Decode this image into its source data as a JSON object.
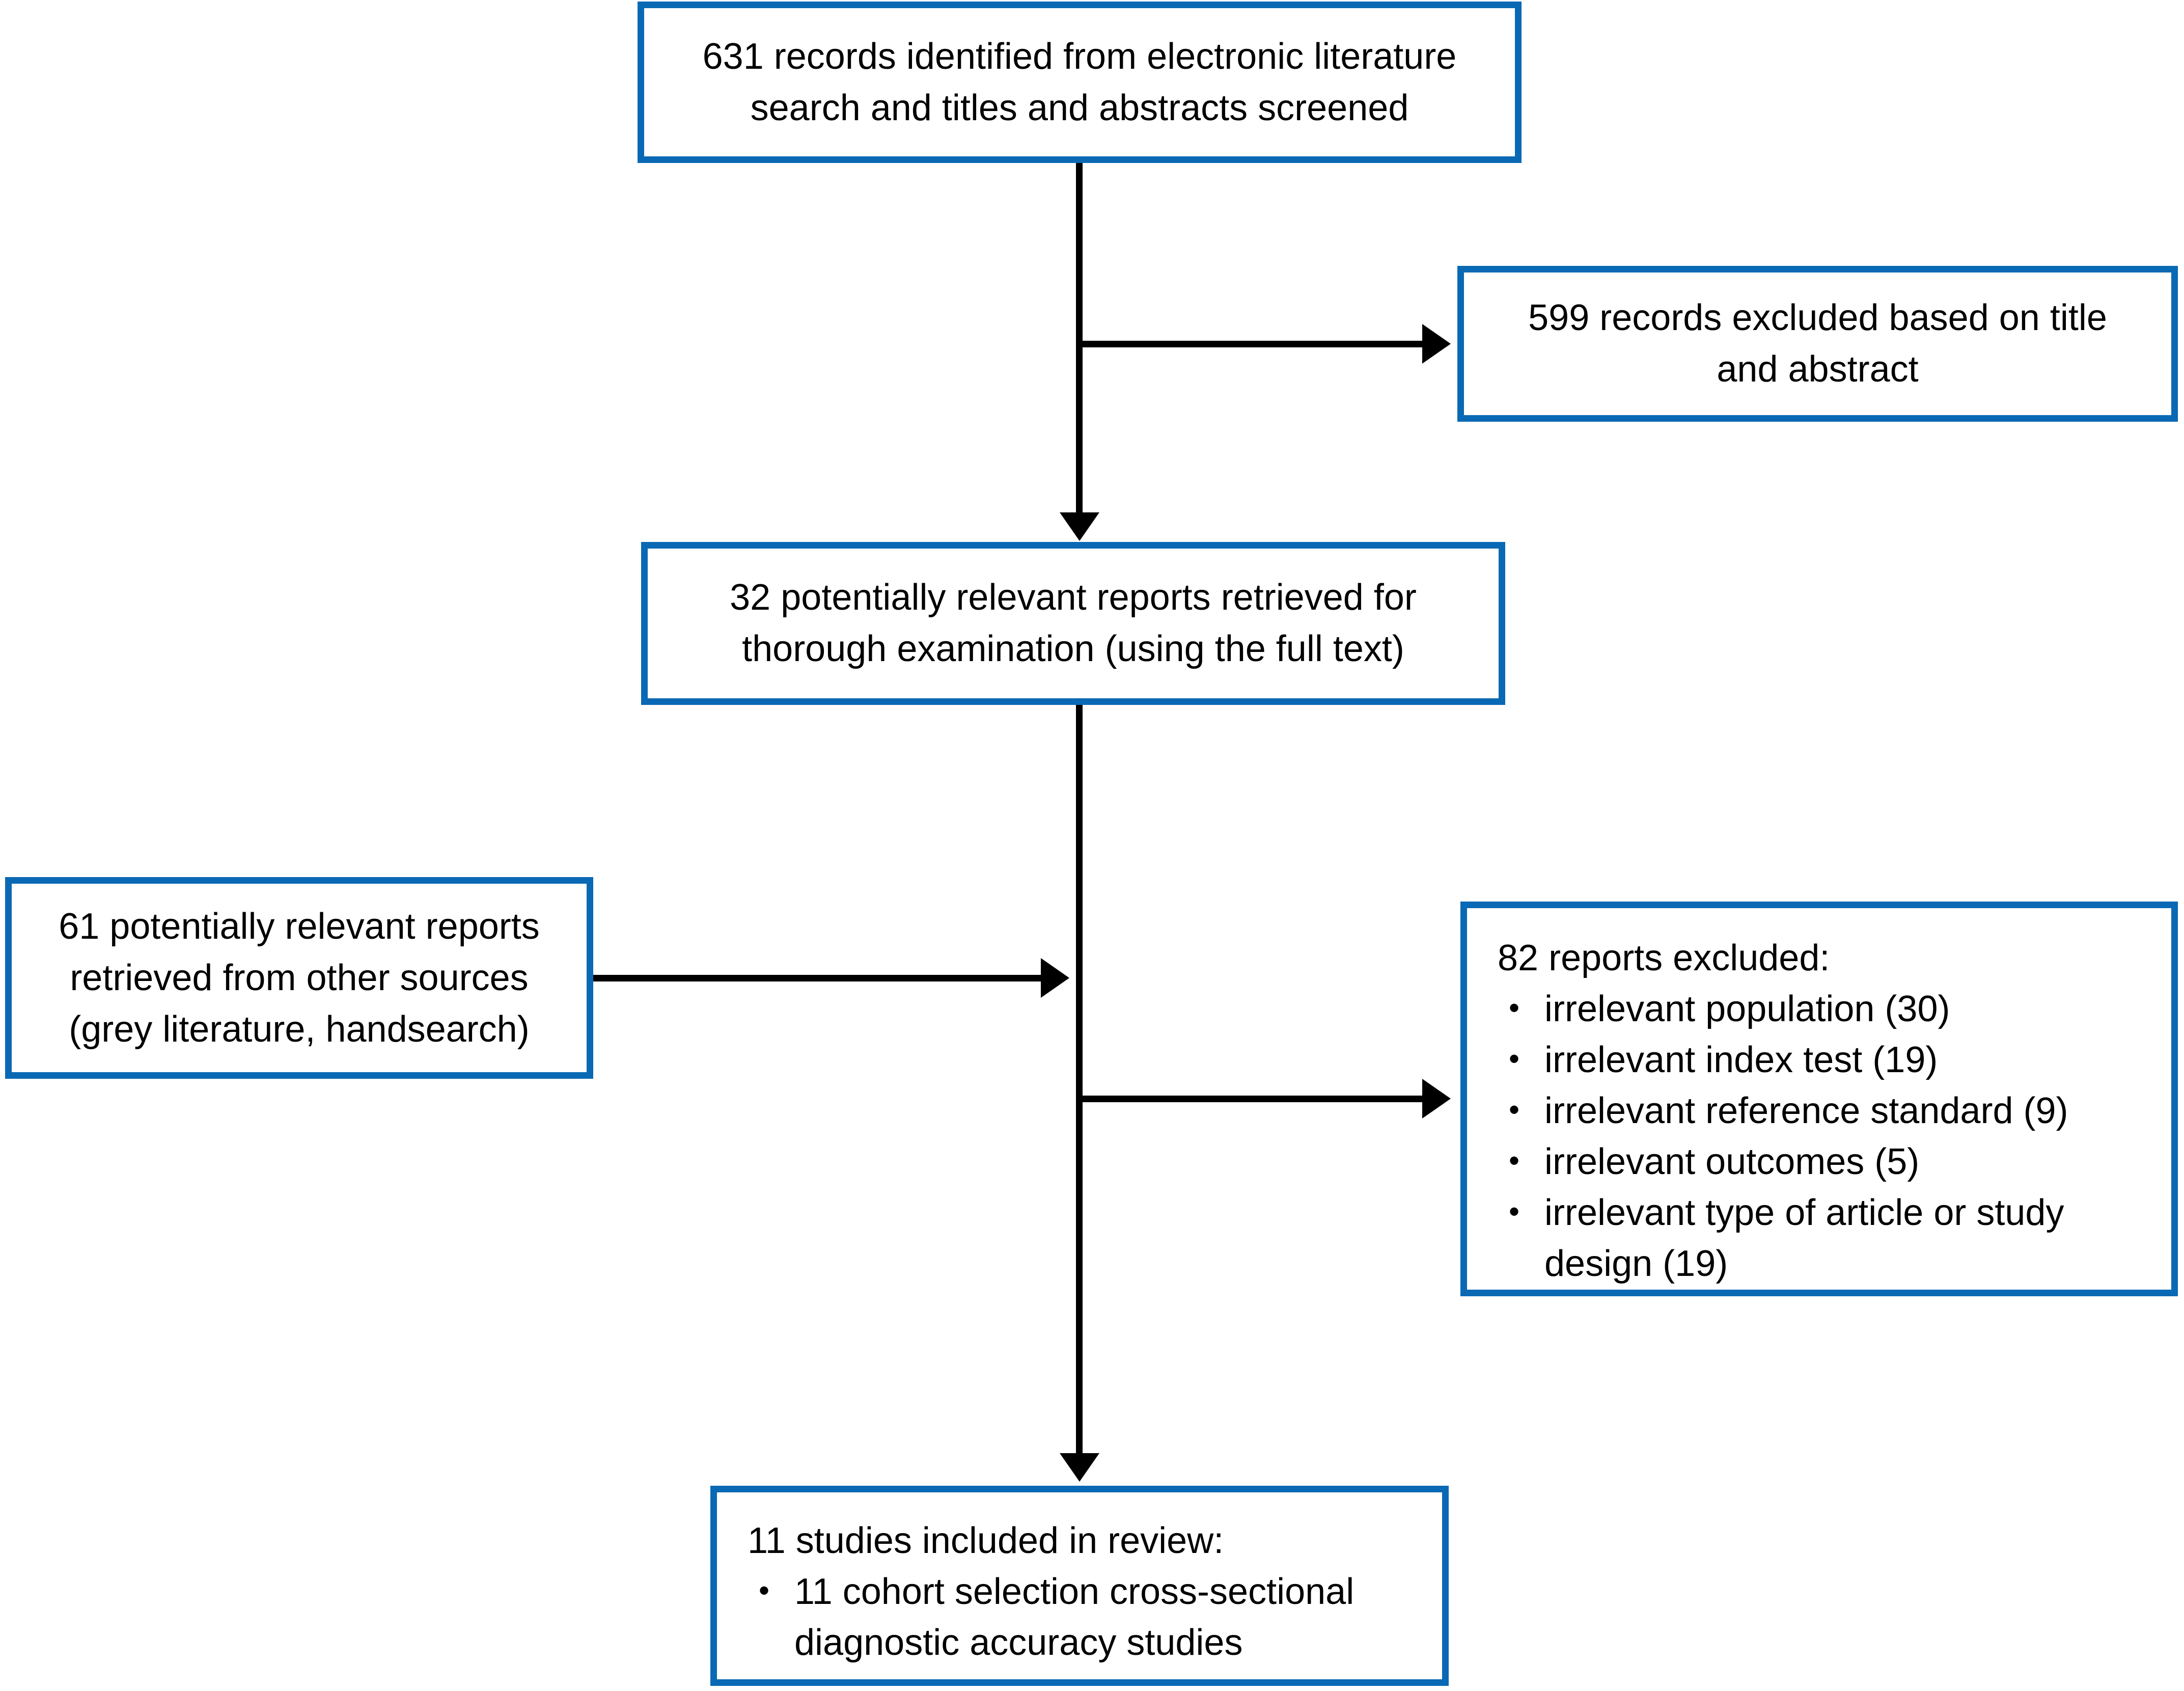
{
  "flowchart": {
    "boxes": {
      "identified": {
        "text": "631 records identified from electronic literature\nsearch and titles and abstracts screened"
      },
      "excluded_title_abstract": {
        "text": "599 records excluded based on title\nand abstract"
      },
      "retrieved": {
        "text": "32 potentially relevant reports retrieved for\nthorough examination (using the full text)"
      },
      "other_sources": {
        "text": "61 potentially relevant reports\nretrieved from other sources\n(grey literature, handsearch)"
      },
      "excluded_reports": {
        "title": "82 reports excluded:",
        "items": [
          "irrelevant population (30)",
          "irrelevant index test (19)",
          "irrelevant reference standard (9)",
          "irrelevant outcomes (5)",
          "irrelevant type of article or study design (19)"
        ]
      },
      "included": {
        "title": "11 studies included in review:",
        "items": [
          "11 cohort selection cross-sectional diagnostic accuracy studies"
        ]
      }
    },
    "colors": {
      "box_border": "#0a69b4",
      "arrow": "#000000",
      "text": "#000000",
      "background": "#ffffff"
    }
  }
}
